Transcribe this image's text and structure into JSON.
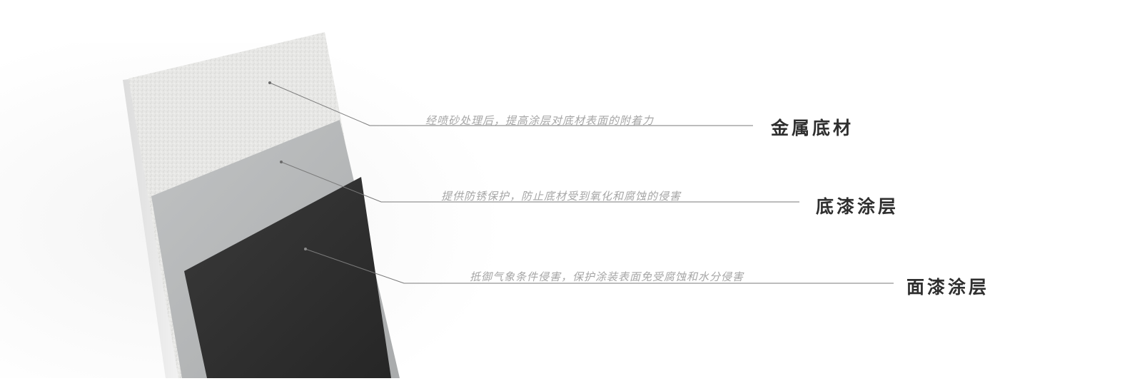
{
  "layers": [
    {
      "title": "金属底材",
      "description": "经喷砂处理后，提高涂层对底材表面的附着力",
      "color": "#e6e6e4"
    },
    {
      "title": "底漆涂层",
      "description": "提供防锈保护，防止底材受到氧化和腐蚀的侵害",
      "color": "#b7b9ba"
    },
    {
      "title": "面漆涂层",
      "description": "抵御气象条件侵害，保护涂装表面免受腐蚀和水分侵害",
      "color": "#2f2f2f"
    }
  ]
}
